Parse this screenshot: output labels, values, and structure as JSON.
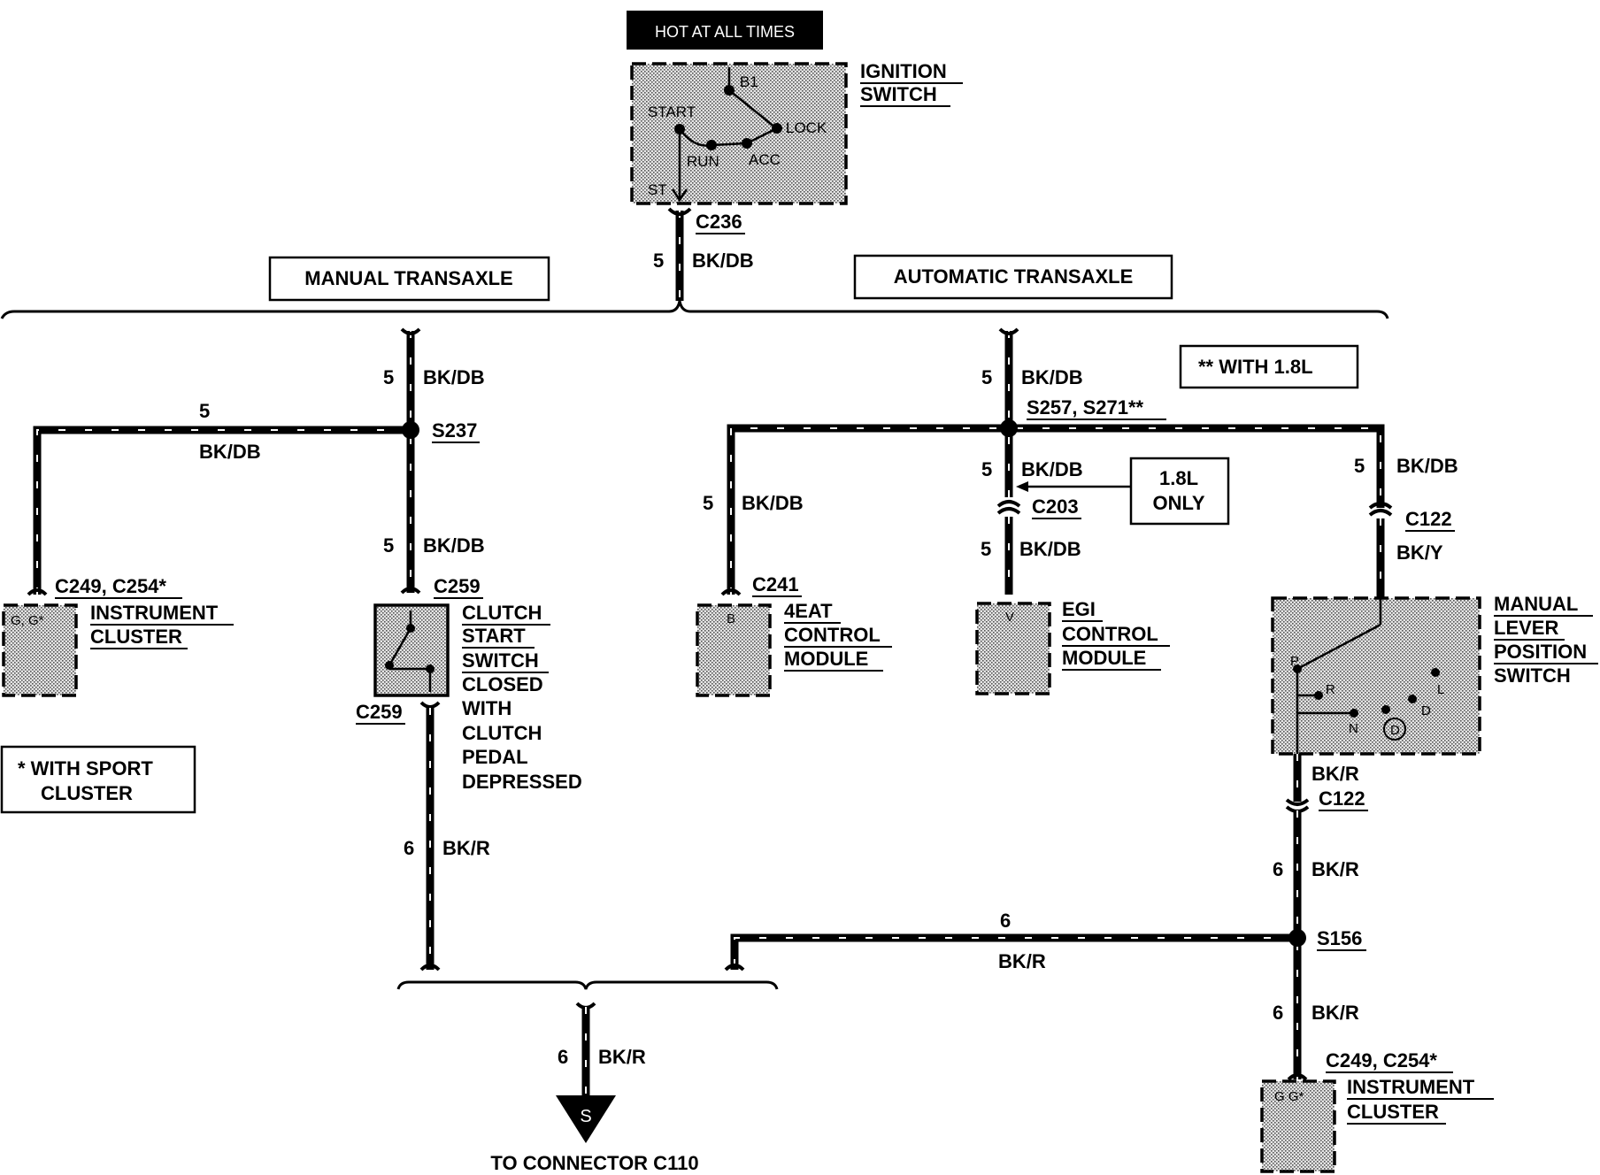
{
  "hot_at_all_times": "HOT AT ALL TIMES",
  "ignition_switch": {
    "title_line1": "IGNITION",
    "title_line2": "SWITCH",
    "terminals": {
      "b1": "B1",
      "start": "START",
      "lock": "LOCK",
      "run": "RUN",
      "acc": "ACC",
      "st": "ST"
    },
    "connector": "C236",
    "wire_number": "5",
    "wire_color": "BK/DB"
  },
  "sections": {
    "manual": "MANUAL TRANSAXLE",
    "automatic": "AUTOMATIC TRANSAXLE"
  },
  "manual_branch": {
    "wire_number_top": "5",
    "wire_color_top": "BK/DB",
    "splice": "S237",
    "left_wire_number": "5",
    "left_wire_color": "BK/DB",
    "wire_number_mid": "5",
    "wire_color_mid": "BK/DB",
    "instrument_cluster": {
      "connectors": "C249, C254*",
      "pins": "G, G*",
      "line1": "INSTRUMENT",
      "line2": "CLUSTER"
    },
    "clutch_switch": {
      "connector_top": "C259",
      "connector_bottom": "C259",
      "line1": "CLUTCH",
      "line2": "START",
      "line3": "SWITCH",
      "note": [
        "CLOSED",
        "WITH",
        "CLUTCH",
        "PEDAL",
        "DEPRESSED"
      ]
    },
    "wire_number_low": "6",
    "wire_color_low": "BK/R"
  },
  "sport_note": {
    "line1": "* WITH SPORT",
    "line2": "CLUSTER"
  },
  "automatic_branch": {
    "wire_number_top": "5",
    "wire_color_top": "BK/DB",
    "splice": "S257, S271**",
    "with_18l_note": "** WITH 1.8L",
    "left_wire_number": "5",
    "left_wire_color": "BK/DB",
    "eat_module": {
      "connector": "C241",
      "pin": "B",
      "line1": "4EAT",
      "line2": "CONTROL",
      "line3": "MODULE"
    },
    "mid_wire_number_1": "5",
    "mid_wire_color_1": "BK/DB",
    "only_note": {
      "line1": "1.8L",
      "line2": "ONLY"
    },
    "c203": "C203",
    "mid_wire_number_2": "5",
    "mid_wire_color_2": "BK/DB",
    "egi_module": {
      "pin": "V",
      "line1": "EGI",
      "line2": "CONTROL",
      "line3": "MODULE"
    },
    "right_wire_number": "5",
    "right_wire_color": "BK/DB",
    "c122_top": "C122",
    "bky": "BK/Y",
    "mlps": {
      "line1": "MANUAL",
      "line2": "LEVER",
      "line3": "POSITION",
      "line4": "SWITCH",
      "positions": {
        "p": "P",
        "r": "R",
        "n": "N",
        "d_circle": "D",
        "d": "D",
        "l": "L"
      }
    },
    "bkr_after_mlps": "BK/R",
    "c122_bottom": "C122",
    "wire_number_6a": "6",
    "wire_color_6a": "BK/R",
    "splice_s156": "S156",
    "horizontal_wire_number": "6",
    "horizontal_wire_color": "BK/R",
    "wire_number_6b": "6",
    "wire_color_6b": "BK/R",
    "instrument_cluster": {
      "connectors": "C249, C254*",
      "pins": "G  G*",
      "line1": "INSTRUMENT",
      "line2": "CLUSTER"
    }
  },
  "output": {
    "wire_number": "6",
    "wire_color": "BK/R",
    "symbol": "S",
    "destination": "TO CONNECTOR C110"
  }
}
